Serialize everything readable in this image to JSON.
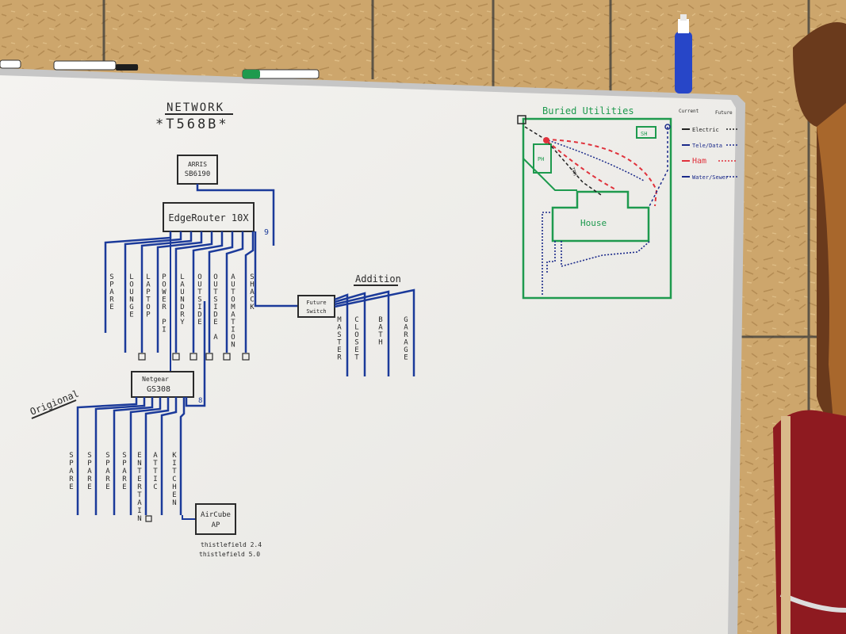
{
  "network": {
    "title": "NETWORK",
    "subtitle": "*T568B*",
    "modem": {
      "line1": "ARRIS",
      "line2": "SB6190"
    },
    "router": "EdgeRouter 10X",
    "router_port_extra": "9",
    "router_drops": [
      "SPARE",
      "LOUNGE",
      "LAPTOP",
      "POWER PI",
      "LAUNDRY",
      "OUTSIDE",
      "OUTSIDE A",
      "AUTOMATION",
      "SHACK"
    ],
    "switch": {
      "line1": "Netgear",
      "line2": "GS308"
    },
    "switch_port_extra": "8",
    "original_label": "Origional",
    "original_drops": [
      "SPARE",
      "SPARE",
      "SPARE",
      "SPARE",
      "ENTERTAIN",
      "ATTIC",
      "KITCHEN"
    ],
    "ap": {
      "line1": "AirCube",
      "line2": "AP"
    },
    "ssids": [
      "thistlefield 2.4",
      "thistlefield 5.0"
    ],
    "addition_label": "Addition",
    "addition_switch": {
      "line1": "Future",
      "line2": "Switch"
    },
    "addition_drops": [
      "MASTER",
      "CLOSET",
      "BATH",
      "GARAGE"
    ]
  },
  "utilities": {
    "title": "Buried Utilities",
    "col_current": "Current",
    "col_future": "Future",
    "legend": [
      {
        "label": "Electric",
        "color": "#222222"
      },
      {
        "label": "Tele/Data",
        "color": "#1b2a8a"
      },
      {
        "label": "Ham",
        "color": "#e0323c"
      },
      {
        "label": "Water/Sewer",
        "color": "#1b2a8a"
      }
    ],
    "house_label": "House",
    "ph_label": "PH",
    "sh_label": "SH",
    "path_label": "TPM"
  },
  "colors": {
    "wall": "#c9a46a",
    "board": "#f1f0ed",
    "frame": "#bdbdbd",
    "marker_blue": "#1b3a9a",
    "marker_black": "#2a2a2a",
    "marker_green": "#1e9a4e",
    "marker_red": "#e0323c"
  }
}
